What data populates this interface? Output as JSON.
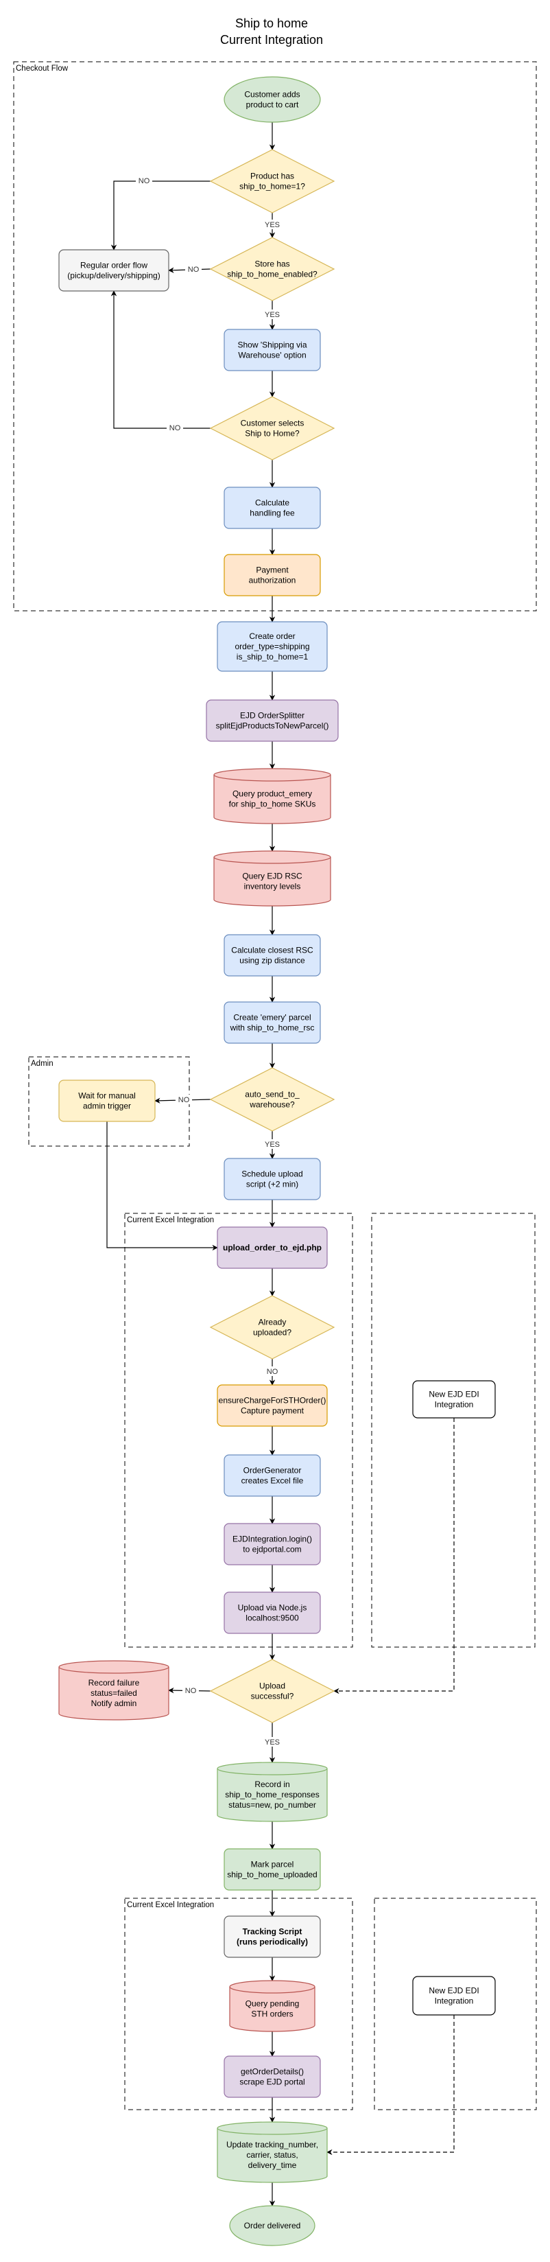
{
  "title": {
    "line1": "Ship to home",
    "line2": "Current Integration"
  },
  "colors": {
    "start": {
      "fill": "#d5e8d4",
      "stroke": "#82b366"
    },
    "decision": {
      "fill": "#fff2cc",
      "stroke": "#d6b656"
    },
    "process_blue": {
      "fill": "#dae8fc",
      "stroke": "#6c8ebf"
    },
    "process_orange": {
      "fill": "#ffe6cc",
      "stroke": "#d79b00"
    },
    "process_purple": {
      "fill": "#e1d5e7",
      "stroke": "#9673a6"
    },
    "database_red": {
      "fill": "#f8cecc",
      "stroke": "#b85450"
    },
    "database_green": {
      "fill": "#d5e8d4",
      "stroke": "#82b366"
    },
    "neutral": {
      "fill": "#f5f5f5",
      "stroke": "#666666"
    },
    "plain": {
      "fill": "#ffffff",
      "stroke": "#000000"
    },
    "edge": "#000000",
    "group_border": "#000000"
  },
  "groups": [
    {
      "id": "checkout",
      "label": "Checkout Flow"
    },
    {
      "id": "admin",
      "label": "Admin"
    },
    {
      "id": "excel1",
      "label": "Current Excel Integration"
    },
    {
      "id": "edi1",
      "label": ""
    },
    {
      "id": "excel2",
      "label": "Current Excel Integration"
    },
    {
      "id": "edi2",
      "label": ""
    }
  ],
  "nodes": [
    {
      "id": "customer_adds",
      "shape": "ellipse",
      "style": "start",
      "lines": [
        "Customer adds",
        "product to cart"
      ]
    },
    {
      "id": "product_has",
      "shape": "diamond",
      "style": "decision",
      "lines": [
        "Product has",
        "ship_to_home=1?"
      ]
    },
    {
      "id": "regular_order",
      "shape": "rect",
      "style": "neutral",
      "lines": [
        "Regular order flow",
        "(pickup/delivery/shipping)"
      ]
    },
    {
      "id": "store_has",
      "shape": "diamond",
      "style": "decision",
      "lines": [
        "Store has",
        "ship_to_home_enabled?"
      ]
    },
    {
      "id": "show_shipping",
      "shape": "rect",
      "style": "process_blue",
      "lines": [
        "Show 'Shipping via",
        "Warehouse' option"
      ]
    },
    {
      "id": "customer_selects",
      "shape": "diamond",
      "style": "decision",
      "lines": [
        "Customer selects",
        "Ship to Home?"
      ]
    },
    {
      "id": "calc_fee",
      "shape": "rect",
      "style": "process_blue",
      "lines": [
        "Calculate",
        "handling fee"
      ]
    },
    {
      "id": "payment_auth",
      "shape": "rect",
      "style": "process_orange",
      "lines": [
        "Payment",
        "authorization"
      ]
    },
    {
      "id": "create_order",
      "shape": "rect",
      "style": "process_blue",
      "lines": [
        "Create order",
        "order_type=shipping",
        "is_ship_to_home=1"
      ]
    },
    {
      "id": "ejd_splitter",
      "shape": "rect",
      "style": "process_purple",
      "lines": [
        "EJD OrderSplitter",
        "splitEjdProductsToNewParcel()"
      ]
    },
    {
      "id": "query_emery",
      "shape": "cylinder",
      "style": "database_red",
      "lines": [
        "Query product_emery",
        "for ship_to_home SKUs"
      ]
    },
    {
      "id": "query_rsc",
      "shape": "cylinder",
      "style": "database_red",
      "lines": [
        "Query EJD RSC",
        "inventory levels"
      ]
    },
    {
      "id": "calc_closest",
      "shape": "rect",
      "style": "process_blue",
      "lines": [
        "Calculate closest RSC",
        "using zip distance"
      ]
    },
    {
      "id": "create_parcel",
      "shape": "rect",
      "style": "process_blue",
      "lines": [
        "Create 'emery' parcel",
        "with ship_to_home_rsc"
      ]
    },
    {
      "id": "auto_send",
      "shape": "diamond",
      "style": "decision",
      "lines": [
        "auto_send_to_",
        "warehouse?"
      ]
    },
    {
      "id": "wait_admin",
      "shape": "rect",
      "style": "decision",
      "lines": [
        "Wait for manual",
        "admin trigger"
      ]
    },
    {
      "id": "schedule_upload",
      "shape": "rect",
      "style": "process_blue",
      "lines": [
        "Schedule upload",
        "script (+2 min)"
      ]
    },
    {
      "id": "upload_php",
      "shape": "rect",
      "style": "process_purple",
      "bold": true,
      "lines": [
        "upload_order_to_ejd.php"
      ]
    },
    {
      "id": "already_uploaded",
      "shape": "diamond",
      "style": "decision",
      "lines": [
        "Already",
        "uploaded?"
      ]
    },
    {
      "id": "ensure_charge",
      "shape": "rect",
      "style": "process_orange",
      "lines": [
        "ensureChargeForSTHOrder()",
        "Capture payment"
      ]
    },
    {
      "id": "order_generator",
      "shape": "rect",
      "style": "process_blue",
      "lines": [
        "OrderGenerator",
        "creates Excel file"
      ]
    },
    {
      "id": "ejd_login",
      "shape": "rect",
      "style": "process_purple",
      "lines": [
        "EJDIntegration.login()",
        "to ejdportal.com"
      ]
    },
    {
      "id": "upload_node",
      "shape": "rect",
      "style": "process_purple",
      "lines": [
        "Upload via Node.js",
        "localhost:9500"
      ]
    },
    {
      "id": "new_edi_1",
      "shape": "rect",
      "style": "plain",
      "lines": [
        "New EJD EDI",
        "Integration"
      ]
    },
    {
      "id": "upload_successful",
      "shape": "diamond",
      "style": "decision",
      "lines": [
        "Upload",
        "successful?"
      ]
    },
    {
      "id": "record_failure",
      "shape": "cylinder",
      "style": "database_red",
      "lines": [
        "Record failure",
        "status=failed",
        "Notify admin"
      ]
    },
    {
      "id": "record_in",
      "shape": "cylinder",
      "style": "database_green",
      "lines": [
        "Record in",
        "ship_to_home_responses",
        "status=new, po_number"
      ]
    },
    {
      "id": "mark_parcel",
      "shape": "rect",
      "style": "start",
      "lines": [
        "Mark parcel",
        "ship_to_home_uploaded"
      ]
    },
    {
      "id": "tracking_script",
      "shape": "rect",
      "style": "neutral",
      "bold": true,
      "lines": [
        "Tracking Script",
        "(runs periodically)"
      ]
    },
    {
      "id": "query_pending",
      "shape": "cylinder",
      "style": "database_red",
      "lines": [
        "Query pending",
        "STH orders"
      ]
    },
    {
      "id": "get_order_details",
      "shape": "rect",
      "style": "process_purple",
      "lines": [
        "getOrderDetails()",
        "scrape EJD portal"
      ]
    },
    {
      "id": "new_edi_2",
      "shape": "rect",
      "style": "plain",
      "lines": [
        "New EJD EDI",
        "Integration"
      ]
    },
    {
      "id": "update_tracking",
      "shape": "cylinder",
      "style": "database_green",
      "lines": [
        "Update tracking_number,",
        "carrier, status,",
        "delivery_time"
      ]
    },
    {
      "id": "order_delivered",
      "shape": "ellipse",
      "style": "start",
      "lines": [
        "Order delivered"
      ]
    }
  ],
  "edges": [
    {
      "from": "customer_adds",
      "to": "product_has",
      "label": ""
    },
    {
      "from": "product_has",
      "to": "regular_order",
      "label": "NO"
    },
    {
      "from": "product_has",
      "to": "store_has",
      "label": "YES"
    },
    {
      "from": "store_has",
      "to": "regular_order",
      "label": "NO"
    },
    {
      "from": "store_has",
      "to": "show_shipping",
      "label": "YES"
    },
    {
      "from": "show_shipping",
      "to": "customer_selects",
      "label": ""
    },
    {
      "from": "customer_selects",
      "to": "regular_order",
      "label": "NO"
    },
    {
      "from": "customer_selects",
      "to": "calc_fee",
      "label": ""
    },
    {
      "from": "calc_fee",
      "to": "payment_auth",
      "label": ""
    },
    {
      "from": "payment_auth",
      "to": "create_order",
      "label": ""
    },
    {
      "from": "create_order",
      "to": "ejd_splitter",
      "label": ""
    },
    {
      "from": "ejd_splitter",
      "to": "query_emery",
      "label": ""
    },
    {
      "from": "query_emery",
      "to": "query_rsc",
      "label": ""
    },
    {
      "from": "query_rsc",
      "to": "calc_closest",
      "label": ""
    },
    {
      "from": "calc_closest",
      "to": "create_parcel",
      "label": ""
    },
    {
      "from": "create_parcel",
      "to": "auto_send",
      "label": ""
    },
    {
      "from": "auto_send",
      "to": "wait_admin",
      "label": "NO"
    },
    {
      "from": "auto_send",
      "to": "schedule_upload",
      "label": "YES"
    },
    {
      "from": "schedule_upload",
      "to": "upload_php",
      "label": ""
    },
    {
      "from": "wait_admin",
      "to": "upload_php",
      "label": ""
    },
    {
      "from": "upload_php",
      "to": "already_uploaded",
      "label": ""
    },
    {
      "from": "already_uploaded",
      "to": "ensure_charge",
      "label": "NO"
    },
    {
      "from": "ensure_charge",
      "to": "order_generator",
      "label": ""
    },
    {
      "from": "order_generator",
      "to": "ejd_login",
      "label": ""
    },
    {
      "from": "ejd_login",
      "to": "upload_node",
      "label": ""
    },
    {
      "from": "upload_node",
      "to": "upload_successful",
      "label": ""
    },
    {
      "from": "new_edi_1",
      "to": "upload_successful",
      "label": "",
      "dashed": true
    },
    {
      "from": "upload_successful",
      "to": "record_failure",
      "label": "NO"
    },
    {
      "from": "upload_successful",
      "to": "record_in",
      "label": "YES"
    },
    {
      "from": "record_in",
      "to": "mark_parcel",
      "label": ""
    },
    {
      "from": "mark_parcel",
      "to": "tracking_script",
      "label": ""
    },
    {
      "from": "tracking_script",
      "to": "query_pending",
      "label": ""
    },
    {
      "from": "query_pending",
      "to": "get_order_details",
      "label": ""
    },
    {
      "from": "get_order_details",
      "to": "update_tracking",
      "label": ""
    },
    {
      "from": "new_edi_2",
      "to": "update_tracking",
      "label": "",
      "dashed": true
    },
    {
      "from": "update_tracking",
      "to": "order_delivered",
      "label": ""
    }
  ]
}
